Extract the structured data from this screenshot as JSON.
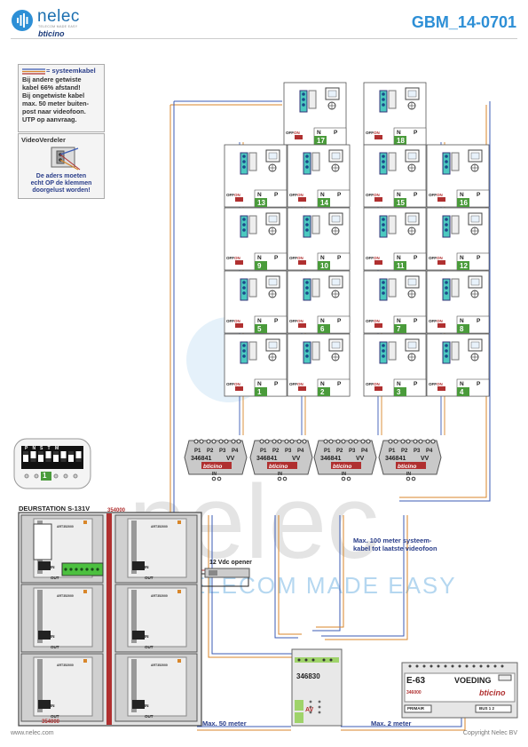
{
  "header": {
    "brand": "nelec",
    "tagline": "TELECOM MADE EASY",
    "sub_brand": "bticino",
    "doc_code": "GBM_14-0701"
  },
  "legend": {
    "cable_title": "= systeemkabel",
    "note_lines": [
      "Bij andere getwiste",
      "kabel 66% afstand!",
      "Bij ongetwiste kabel",
      "max. 50 meter buiten-",
      "post naar videofoon.",
      "UTP op aanvraag."
    ],
    "distributor_title": "VideoVerdeler",
    "distributor_note": [
      "De aders moeten",
      "echt OP de klemmen",
      "doorgelust worden!"
    ]
  },
  "monitors": {
    "row_top": [
      "17",
      "18"
    ],
    "row_2": [
      "13",
      "14",
      "15",
      "16"
    ],
    "row_3": [
      "9",
      "10",
      "11",
      "12"
    ],
    "row_4": [
      "5",
      "6",
      "7",
      "8"
    ],
    "row_5": [
      "1",
      "2",
      "3",
      "4"
    ],
    "switch_off": "OFF",
    "switch_on": "ON",
    "terminal_n": "N",
    "terminal_p": "P"
  },
  "distributors": {
    "model": "346841",
    "ports": [
      "P1",
      "P2",
      "P3",
      "P4"
    ],
    "vv": "VV",
    "in": "IN",
    "brand": "bticino"
  },
  "door_station": {
    "title": "DEURSTATION S-131V",
    "ref_top": "354000",
    "ref_bottom": "354000",
    "module_code": "ART352000",
    "in": "IN",
    "out": "OUT"
  },
  "dip_switch": {
    "labels": [
      "P",
      "N",
      "S",
      "T",
      "M"
    ],
    "value": "1"
  },
  "opener": {
    "label": "12 Vdc opener"
  },
  "notes": {
    "max_100": [
      "Max. 100 meter systeem-",
      "kabel tot laatste videofoon"
    ],
    "max_50": "Max. 50 meter",
    "max_2": "Max. 2 meter"
  },
  "interface": {
    "model": "346830",
    "av": "AV"
  },
  "power_supply": {
    "model": "E-63",
    "label": "VOEDING",
    "brand": "bticino",
    "ref": "346000",
    "primair": "PRIMAIR",
    "bus": "BUS 1 2"
  },
  "watermark": {
    "brand": "nelec",
    "tagline": "TELECOM MADE EASY"
  },
  "footer": {
    "url": "www.nelec.com",
    "copyright": "Copyright Nelec BV"
  }
}
